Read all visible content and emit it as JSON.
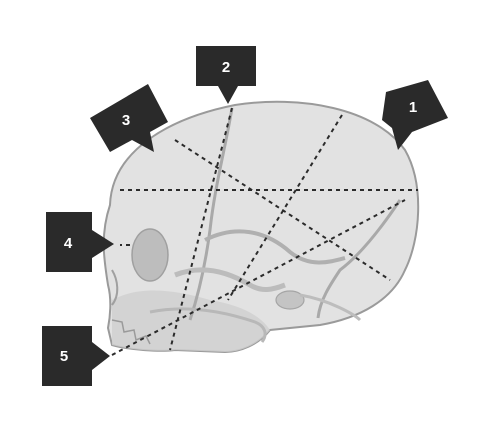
{
  "diagram": {
    "callouts": [
      {
        "id": "callout-1",
        "label": "1"
      },
      {
        "id": "callout-2",
        "label": "2"
      },
      {
        "id": "callout-3",
        "label": "3"
      },
      {
        "id": "callout-4",
        "label": "4"
      },
      {
        "id": "callout-5",
        "label": "5"
      }
    ],
    "colors": {
      "bone": "#e2e2e2",
      "bone_shade": "#c9c9c9",
      "suture": "#a9a9a9",
      "outline": "#9a9a9a",
      "callout_fill": "#2a2a2a",
      "callout_text": "#ffffff",
      "measure_line": "#2b2b2b"
    }
  }
}
